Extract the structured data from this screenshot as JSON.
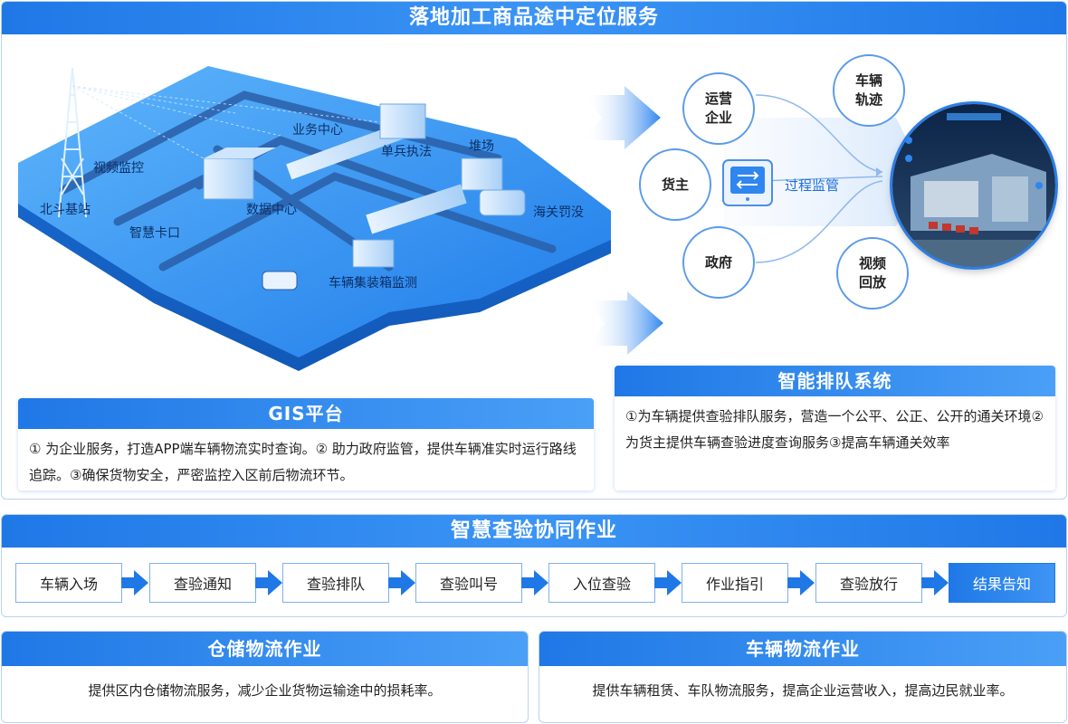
{
  "top": {
    "title": "落地加工商品途中定位服务"
  },
  "map_labels": {
    "beidou": "北斗基站",
    "video": "视频监控",
    "business": "业务中心",
    "soldier": "单兵执法",
    "yard": "堆场",
    "data": "数据中心",
    "customs": "海关罚没",
    "gate": "智慧卡口",
    "container": "车辆集装箱监测"
  },
  "gis": {
    "title": "GIS平台",
    "body": "① 为企业服务，打造APP端车辆物流实时查询。② 助力政府监管，提供车辆准实时运行路线追踪。③确保货物安全，严密监控入区前后物流环节。"
  },
  "roles": {
    "enterprise": "运营\n企业",
    "owner": "货主",
    "government": "政府",
    "track": "车辆\n轨迹",
    "replay": "视频\n回放"
  },
  "monitor_label": "过程监管",
  "queue": {
    "title": "智能排队系统",
    "body": "①为车辆提供查验排队服务，营造一个公平、公正、公开的通关环境②为货主提供车辆查验进度查询服务③提高车辆通关效率"
  },
  "flow": {
    "title": "智慧查验协同作业",
    "steps": [
      "车辆入场",
      "查验通知",
      "查验排队",
      "查验叫号",
      "入位查验",
      "作业指引",
      "查验放行",
      "结果告知"
    ]
  },
  "storage": {
    "title": "仓储物流作业",
    "body": "提供区内仓储物流服务，减少企业货物运输途中的损耗率。"
  },
  "vehicle": {
    "title": "车辆物流作业",
    "body": "提供车辆租赁、车队物流服务，提高企业运营收入，提高边民就业率。"
  },
  "colors": {
    "primary": "#1f78e6",
    "light": "#4a9ff6",
    "border": "#b9d3f3"
  }
}
